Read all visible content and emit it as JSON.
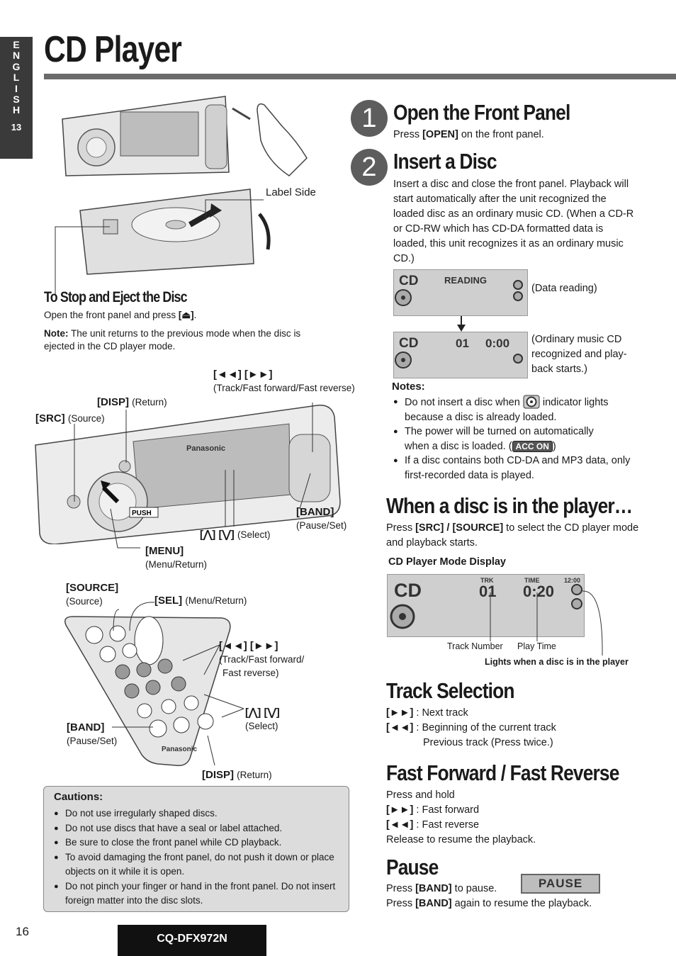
{
  "side_tab": {
    "letters": [
      "E",
      "N",
      "G",
      "L",
      "I",
      "S",
      "H"
    ],
    "number": "13"
  },
  "page_title": "CD Player",
  "illustration": {
    "label_side": "Label Side",
    "push_label": "PUSH",
    "front_panel": {
      "src": "[SRC]",
      "src_desc": "(Source)",
      "disp": "[DISP]",
      "disp_desc": "(Return)",
      "track": "[◄◄] [►►]",
      "track_desc": "(Track/Fast forward/Fast reverse)",
      "band": "[BAND]",
      "band_desc": "(Pause/Set)",
      "select": "[⋀] [⋁]",
      "select_desc": "(Select)",
      "menu": "[MENU]",
      "menu_desc": "(Menu/Return)"
    },
    "remote": {
      "source": "[SOURCE]",
      "source_desc": "(Source)",
      "sel": "[SEL]",
      "sel_desc": "(Menu/Return)",
      "track": "[◄◄] [►►]",
      "track_desc_1": "(Track/Fast forward/",
      "track_desc_2": "Fast reverse)",
      "select": "[⋀] [⋁]",
      "select_desc": "(Select)",
      "band": "[BAND]",
      "band_desc": "(Pause/Set)",
      "disp": "[DISP]",
      "disp_desc": "(Return)"
    }
  },
  "stop_eject": {
    "heading": "To Stop and Eject the Disc",
    "text_pre": "Open the front panel and press ",
    "key": "[⏏]",
    "text_post": ".",
    "note_label": "Note:",
    "note_text": "The unit returns to the previous mode when the disc is ejected in the CD player mode."
  },
  "cautions": {
    "title": "Cautions:",
    "items": [
      "Do not use irregularly shaped discs.",
      "Do not use discs that have a seal or label attached.",
      "Be sure to close the front panel while CD playback.",
      "To avoid damaging the front panel, do not push it down or place objects on it while it is open.",
      "Do not pinch your finger or hand in the front panel. Do not insert foreign matter into the disc slots."
    ]
  },
  "step1": {
    "number": "1",
    "heading": "Open the Front Panel",
    "pre": "Press ",
    "key": "[OPEN]",
    "post": " on the front panel."
  },
  "step2": {
    "number": "2",
    "heading": "Insert a Disc",
    "body": "Insert a disc and close the front panel.  Playback will start automatically after the unit recognized the loaded disc as an ordinary music CD.  (When a CD-R or CD-RW which has CD-DA formatted data is loaded, this unit recognizes it as an ordinary music CD.)",
    "lcd1": {
      "mode": "CD",
      "msg": "READING",
      "caption": "(Data reading)"
    },
    "lcd2": {
      "mode": "CD",
      "track": "01",
      "time": "0:00",
      "caption_1": "(Ordinary music CD",
      "caption_2": "recognized and play-",
      "caption_3": "back starts.)"
    }
  },
  "notes": {
    "title": "Notes:",
    "n1_pre": "Do not insert a disc when ",
    "n1_post": " indicator lights",
    "n1_line2": "because a disc is already loaded.",
    "n2_line1": "The power will be turned on automatically",
    "n2_pre": "when a disc is loaded. (",
    "n2_badge": "ACC ON",
    "n2_post": ")",
    "n3": "If a disc contains both CD-DA and MP3 data, only first-recorded data is played."
  },
  "when_disc": {
    "heading": "When a disc is in the player…",
    "pre": "Press ",
    "key": "[SRC] / [SOURCE]",
    "post": " to select the CD player mode and playback starts.",
    "display_title": "CD Player Mode Display",
    "lcd": {
      "mode": "CD",
      "trk_label": "TRK",
      "track": "01",
      "time_label": "TIME",
      "time": "0:20",
      "clock": "12:00"
    },
    "track_number_label": "Track Number",
    "play_time_label": "Play Time",
    "lights_label": "Lights when a disc is in the player"
  },
  "track_selection": {
    "heading": "Track Selection",
    "next_key": "[►►]",
    "next_text": ": Next track",
    "prev_key": "[◄◄]",
    "prev_text": ": Beginning of the current track",
    "prev_text_2": "Previous track (Press twice.)"
  },
  "fast_forward": {
    "heading": "Fast Forward / Fast Reverse",
    "line1": "Press and hold",
    "ff_key": "[►►]",
    "ff_text": ": Fast forward",
    "fr_key": "[◄◄]",
    "fr_text": ": Fast reverse",
    "release": "Release to resume the playback."
  },
  "pause": {
    "heading": "Pause",
    "pre1": "Press ",
    "key1": "[BAND]",
    "post1": " to pause.",
    "pre2": "Press ",
    "key2": "[BAND]",
    "post2": " again to resume the playback.",
    "display": "PAUSE"
  },
  "page_number": "16",
  "model": "CQ-DFX972N",
  "brand": "Panasonic"
}
